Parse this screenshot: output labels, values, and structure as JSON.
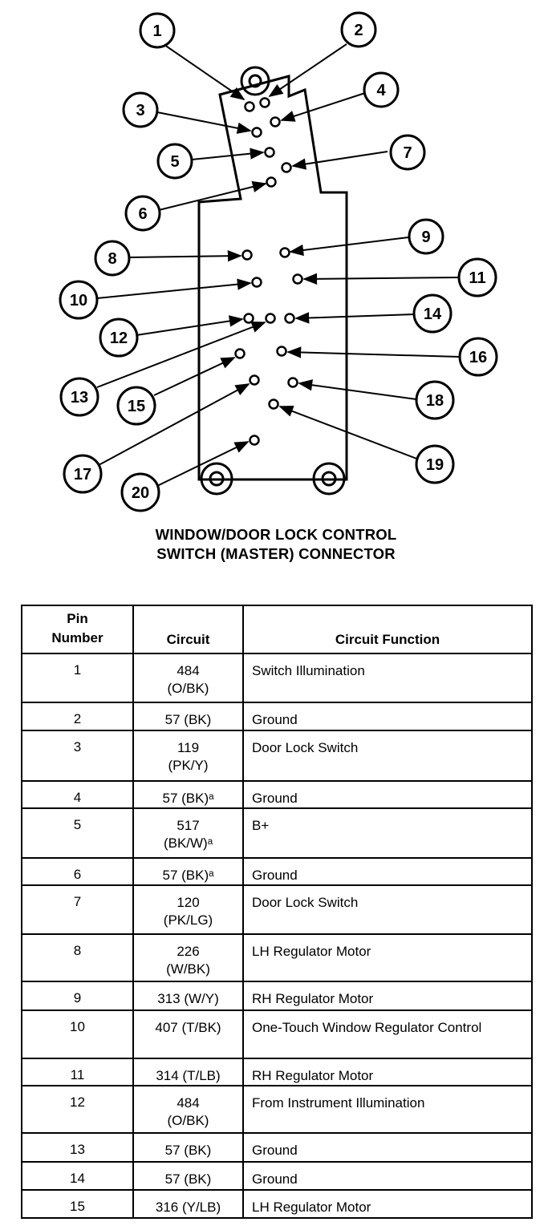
{
  "caption": {
    "line1": "WINDOW/DOOR LOCK CONTROL",
    "line2": "SWITCH (MASTER) CONNECTOR"
  },
  "callouts": [
    "1",
    "2",
    "3",
    "4",
    "5",
    "6",
    "7",
    "8",
    "9",
    "10",
    "11",
    "12",
    "13",
    "14",
    "15",
    "16",
    "17",
    "18",
    "19",
    "20"
  ],
  "table": {
    "headers": {
      "pin_line1": "Pin",
      "pin_line2": "Number",
      "circuit": "Circuit",
      "function": "Circuit Function"
    },
    "rows": [
      {
        "pin": "1",
        "circuit_line1": "484",
        "circuit_line2": "(O/BK)",
        "function": "Switch Illumination"
      },
      {
        "pin": "2",
        "circuit_line1": "57 (BK)",
        "circuit_line2": "",
        "function": "Ground"
      },
      {
        "pin": "3",
        "circuit_line1": "119",
        "circuit_line2": "(PK/Y)",
        "function": "Door Lock Switch"
      },
      {
        "pin": "4",
        "circuit_line1": "57 (BK)ᵃ",
        "circuit_line2": "",
        "function": "Ground"
      },
      {
        "pin": "5",
        "circuit_line1": "517",
        "circuit_line2": "(BK/W)ᵃ",
        "function": "B+"
      },
      {
        "pin": "6",
        "circuit_line1": "57 (BK)ᵃ",
        "circuit_line2": "",
        "function": "Ground"
      },
      {
        "pin": "7",
        "circuit_line1": "120",
        "circuit_line2": "(PK/LG)",
        "function": "Door Lock Switch"
      },
      {
        "pin": "8",
        "circuit_line1": "226",
        "circuit_line2": "(W/BK)",
        "function": "LH Regulator Motor"
      },
      {
        "pin": "9",
        "circuit_line1": "313 (W/Y)",
        "circuit_line2": "",
        "function": "RH Regulator Motor"
      },
      {
        "pin": "10",
        "circuit_line1": "407 (T/BK)",
        "circuit_line2": "",
        "function": "One-Touch Window Regulator Control"
      },
      {
        "pin": "11",
        "circuit_line1": "314 (T/LB)",
        "circuit_line2": "",
        "function": "RH Regulator Motor"
      },
      {
        "pin": "12",
        "circuit_line1": "484",
        "circuit_line2": "(O/BK)",
        "function": "From Instrument Illumination"
      },
      {
        "pin": "13",
        "circuit_line1": "57 (BK)",
        "circuit_line2": "",
        "function": "Ground"
      },
      {
        "pin": "14",
        "circuit_line1": "57 (BK)",
        "circuit_line2": "",
        "function": "Ground"
      },
      {
        "pin": "15",
        "circuit_line1": "316 (Y/LB)",
        "circuit_line2": "",
        "function": "LH Regulator Motor"
      }
    ]
  }
}
